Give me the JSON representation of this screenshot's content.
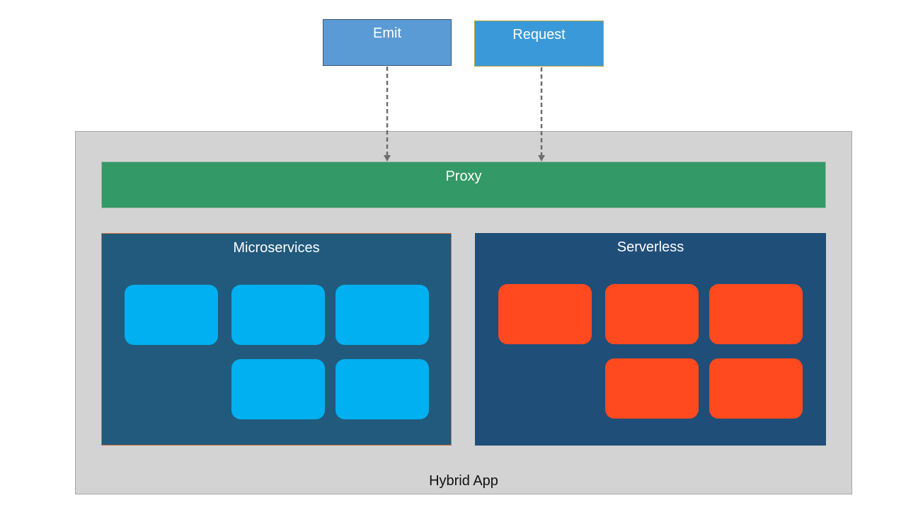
{
  "triggers": {
    "emit_label": "Emit",
    "request_label": "Request"
  },
  "proxy": {
    "label": "Proxy"
  },
  "microservices": {
    "title": "Microservices",
    "tile_count": 5
  },
  "serverless": {
    "title": "Serverless",
    "tile_count": 5
  },
  "hybrid_app": {
    "label": "Hybrid App"
  },
  "colors": {
    "emit_fill": "#5b9bd5",
    "request_fill": "#3a9ad9",
    "proxy_fill": "#339966",
    "microservices_fill": "#215a7c",
    "serverless_fill": "#1f4e79",
    "microservice_tile": "#00b0f0",
    "serverless_tile": "#ff4a1f",
    "container_fill": "#d3d3d3",
    "connector": "#6e6e6e"
  },
  "connectors": [
    {
      "from": "Emit",
      "to": "Proxy",
      "style": "dashed-arrow"
    },
    {
      "from": "Request",
      "to": "Proxy",
      "style": "dashed-arrow"
    }
  ]
}
